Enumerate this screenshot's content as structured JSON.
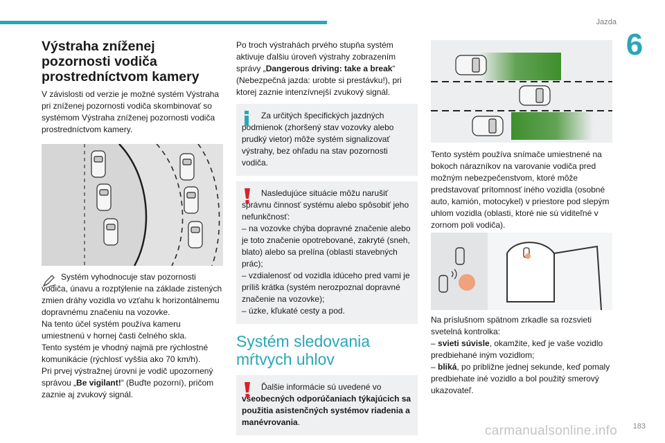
{
  "header": {
    "section": "Jazda",
    "chapter": "6",
    "page": "183"
  },
  "watermark": "carmanualsonline.info",
  "col1": {
    "title": "Výstraha zníženej pozornosti vodiča prostredníctvom kamery",
    "intro": "V závislosti od verzie je možné systém Výstraha pri zníženej pozornosti vodiča skombinovať so systémom Výstraha zníženej pozornosti vodiča prostredníctvom kamery.",
    "pen_first": "Systém vyhodnocuje stav pozornosti",
    "pen_rest": "vodiča, únavu a rozptýlenie na základe zistených zmien dráhy vozidla vo vzťahu k horizontálnemu dopravnému značeniu na vozovke.",
    "p2": "Na tento účel systém používa kameru umiestnenú v hornej časti čelného skla.",
    "p3": "Tento systém je vhodný najmä pre rýchlostné komunikácie (rýchlosť vyššia ako 70 km/h).",
    "p4_a": "Pri prvej výstražnej úrovni je vodič upozornený správou „",
    "p4_b": "Be vigilant!",
    "p4_c": "“ (Buďte pozorní), pričom zaznie aj zvukový signál."
  },
  "col2": {
    "p1_a": "Po troch výstrahách prvého stupňa systém aktivuje ďalšiu úroveň výstrahy zobrazením správy „",
    "p1_b": "Dangerous driving: take a break",
    "p1_c": "“ (Nebezpečná jazda: urobte si prestávku!), pri ktorej zaznie intenzívnejší zvukový signál.",
    "note_info_first": "Za určitých špecifických jazdných",
    "note_info_rest": "podmienok (zhoršený stav vozovky alebo prudký vietor) môže systém signalizovať výstrahy, bez ohľadu na stav pozornosti vodiča.",
    "note_warn1_first": "Nasledujúce situácie môžu narušiť",
    "note_warn1_rest": "správnu činnosť systému alebo spôsobiť jeho nefunkčnosť:",
    "note_warn1_d1": "– na vozovke chýba dopravné značenie alebo je toto značenie opotrebované, zakryté (sneh, blato) alebo sa prelína (oblasti stavebných prác);",
    "note_warn1_d2": "– vzdialenosť od vozidla idúceho pred vami je príliš krátka (systém nerozpoznal dopravné značenie na vozovke);",
    "note_warn1_d3": "– úzke, kľukaté cesty a pod.",
    "title2": "Systém sledovania mŕtvych uhlov",
    "note_warn2_first": "Ďalšie informácie sú uvedené vo",
    "note_warn2_b": "všeobecných odporúčaniach týkajúcich sa použitia asistenčných systémov riadenia a manévrovania",
    "note_warn2_end": "."
  },
  "col3": {
    "p1": "Tento systém používa snímače umiestnené na bokoch nárazníkov na varovanie vodiča pred možným nebezpečenstvom, ktoré môže predstavovať prítomnosť iného vozidla (osobné auto, kamión, motocykel) v priestore pod slepým uhlom vozidla (oblasti, ktoré nie sú viditeľné v zornom poli vodiča).",
    "p2": "Na príslušnom spätnom zrkadle sa rozsvieti svetelná kontrolka:",
    "d1_a": "– ",
    "d1_b": "svieti súvisle",
    "d1_c": ", okamžite, keď je vaše vozidlo predbiehané iným vozidlom;",
    "d2_a": "– ",
    "d2_b": "bliká",
    "d2_c": ", po približne jednej sekunde, keď pomaly predbiehate iné vozidlo a bol použitý smerový ukazovateľ."
  },
  "colors": {
    "accent": "#2aa6b8",
    "warning": "#d7232b",
    "zone_green": "#3f8f2d",
    "indicator_orange": "#f0a27a"
  }
}
